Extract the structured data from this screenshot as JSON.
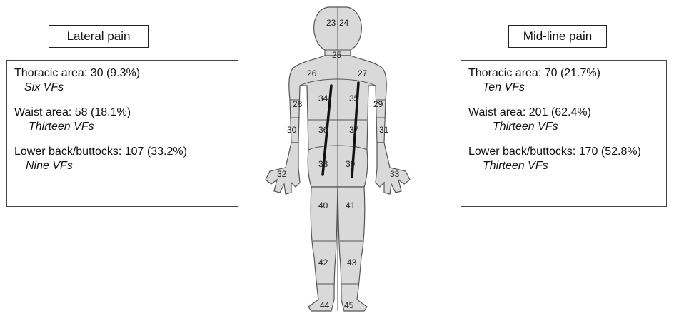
{
  "lateral": {
    "title": "Lateral pain",
    "areas": [
      {
        "label": "Thoracic  area: 30 (9.3%)",
        "vfs": "Six VFs"
      },
      {
        "label": "Waist area: 58 (18.1%)",
        "vfs": "Thirteen VFs"
      },
      {
        "label": "Lower back/buttocks: 107 (33.2%)",
        "vfs": "Nine VFs"
      }
    ]
  },
  "midline": {
    "title": "Mid-line pain",
    "areas": [
      {
        "label": "Thoracic  area: 70 (21.7%)",
        "vfs": "Ten VFs"
      },
      {
        "label": "Waist area: 201 (62.4%)",
        "vfs": "Thirteen VFs"
      },
      {
        "label": "Lower back/buttocks: 170 (52.8%)",
        "vfs": "Thirteen VFs"
      }
    ]
  },
  "body_map": {
    "zones": [
      "23",
      "24",
      "25",
      "26",
      "27",
      "28",
      "29",
      "30",
      "31",
      "32",
      "33",
      "34",
      "35",
      "36",
      "37",
      "38",
      "39",
      "40",
      "41",
      "42",
      "43",
      "44",
      "45"
    ],
    "colors": {
      "fill": "#d9d9d9",
      "outline": "#555555",
      "line": "#111111"
    }
  }
}
